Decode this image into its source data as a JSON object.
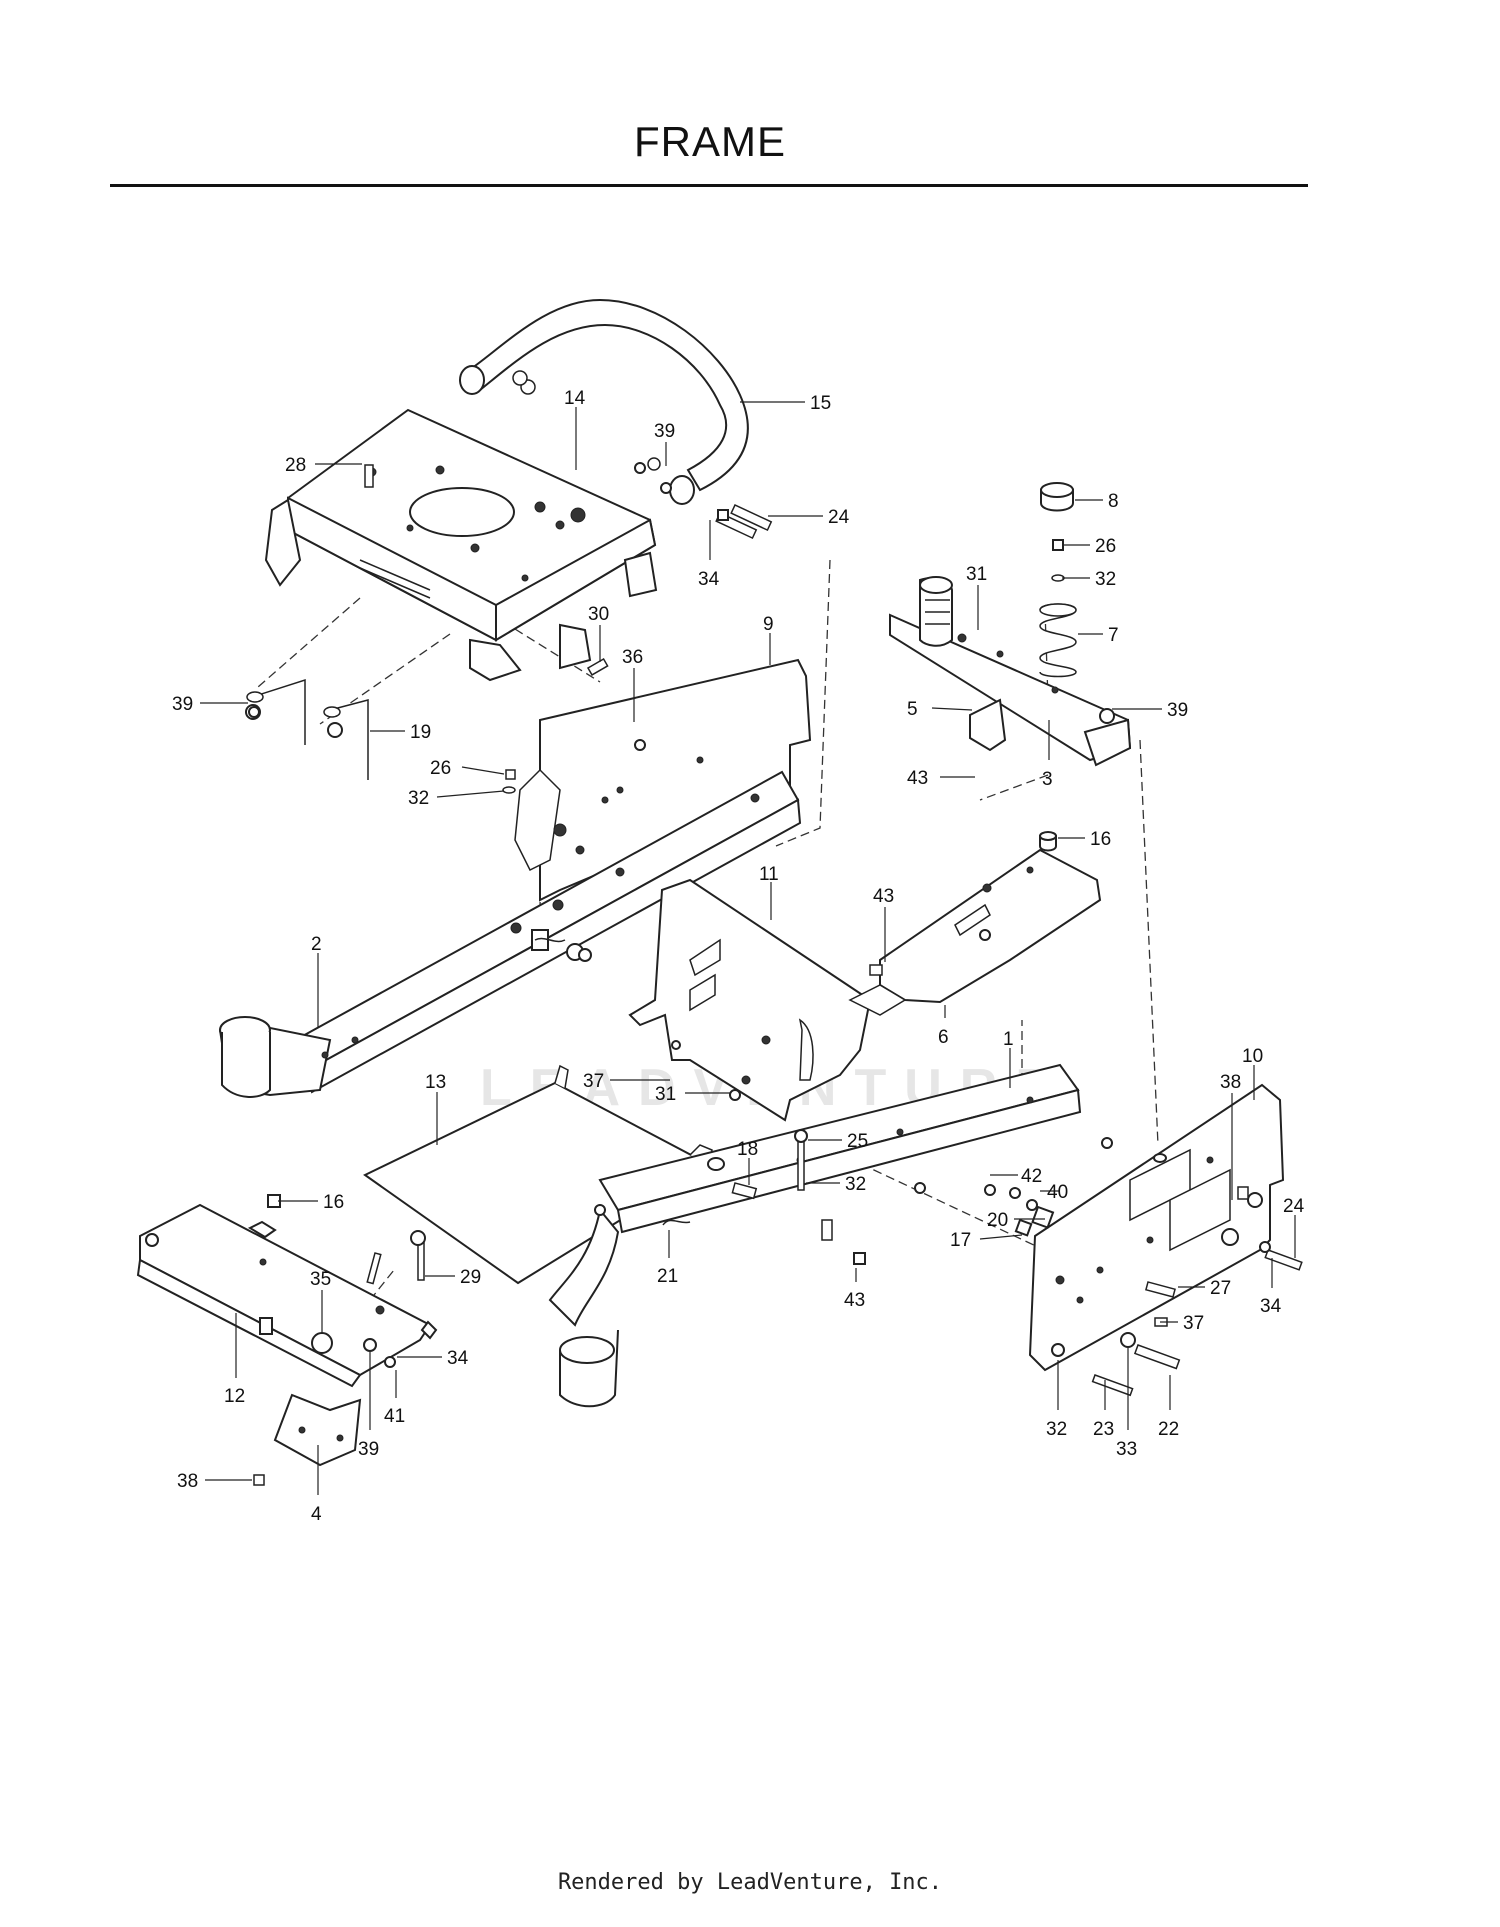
{
  "title": "FRAME",
  "footer": "Rendered by LeadVenture, Inc.",
  "watermark": "LEADVENTURE",
  "callouts": [
    {
      "label": "1"
    },
    {
      "label": "2"
    },
    {
      "label": "3"
    },
    {
      "label": "4"
    },
    {
      "label": "5"
    },
    {
      "label": "6"
    },
    {
      "label": "7"
    },
    {
      "label": "8"
    },
    {
      "label": "9"
    },
    {
      "label": "10"
    },
    {
      "label": "11"
    },
    {
      "label": "12"
    },
    {
      "label": "13"
    },
    {
      "label": "14"
    },
    {
      "label": "15"
    },
    {
      "label": "16"
    },
    {
      "label": "16"
    },
    {
      "label": "17"
    },
    {
      "label": "18"
    },
    {
      "label": "19"
    },
    {
      "label": "20"
    },
    {
      "label": "21"
    },
    {
      "label": "22"
    },
    {
      "label": "23"
    },
    {
      "label": "24"
    },
    {
      "label": "24"
    },
    {
      "label": "25"
    },
    {
      "label": "26"
    },
    {
      "label": "26"
    },
    {
      "label": "27"
    },
    {
      "label": "28"
    },
    {
      "label": "29"
    },
    {
      "label": "30"
    },
    {
      "label": "31"
    },
    {
      "label": "31"
    },
    {
      "label": "32"
    },
    {
      "label": "32"
    },
    {
      "label": "32"
    },
    {
      "label": "32"
    },
    {
      "label": "33"
    },
    {
      "label": "34"
    },
    {
      "label": "34"
    },
    {
      "label": "34"
    },
    {
      "label": "35"
    },
    {
      "label": "36"
    },
    {
      "label": "37"
    },
    {
      "label": "37"
    },
    {
      "label": "38"
    },
    {
      "label": "38"
    },
    {
      "label": "39"
    },
    {
      "label": "39"
    },
    {
      "label": "39"
    },
    {
      "label": "39"
    },
    {
      "label": "40"
    },
    {
      "label": "41"
    },
    {
      "label": "42"
    },
    {
      "label": "43"
    },
    {
      "label": "43"
    },
    {
      "label": "43"
    }
  ]
}
